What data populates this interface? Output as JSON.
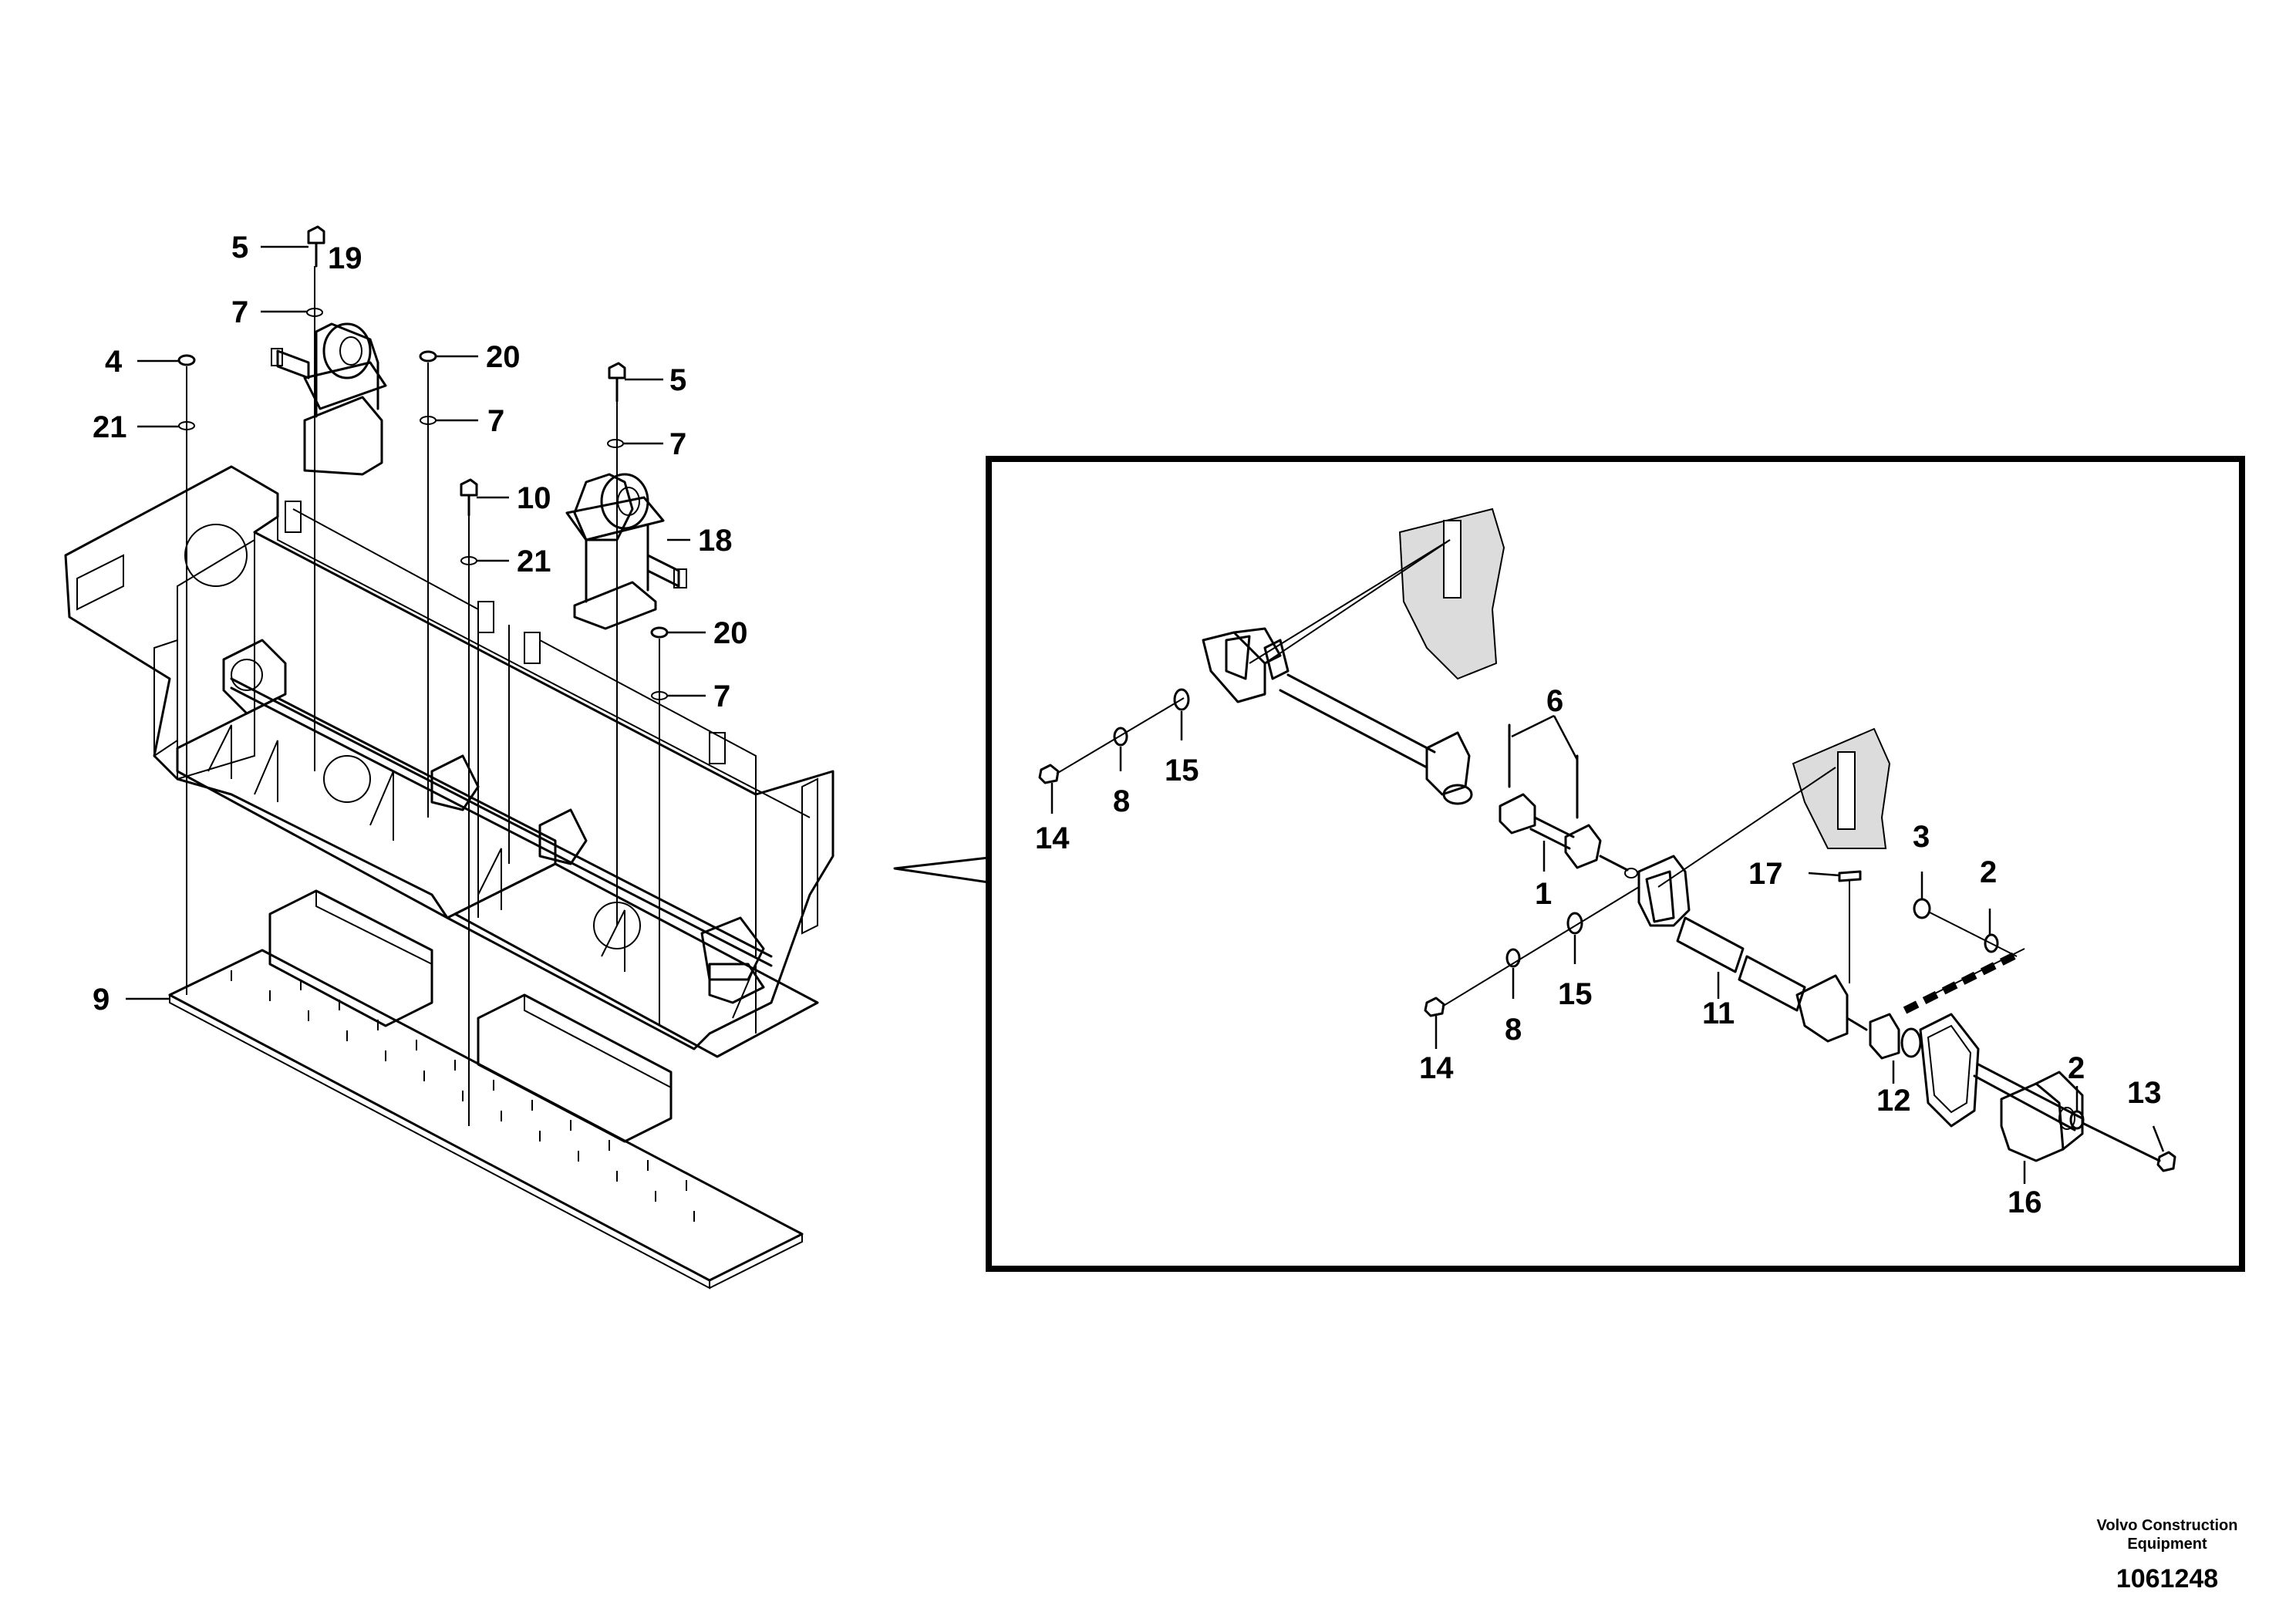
{
  "callouts_main": {
    "c5a": "5",
    "c19": "19",
    "c7a": "7",
    "c4": "4",
    "c20a": "20",
    "c21a": "21",
    "c7b": "7",
    "c5b": "5",
    "c7c": "7",
    "c10": "10",
    "c21b": "21",
    "c18": "18",
    "c20b": "20",
    "c7d": "7",
    "c9": "9"
  },
  "callouts_detail": {
    "c6": "6",
    "c15a": "15",
    "c8a": "8",
    "c14a": "14",
    "c1": "1",
    "c17": "17",
    "c3": "3",
    "c2a": "2",
    "c15b": "15",
    "c11": "11",
    "c8b": "8",
    "c14b": "14",
    "c12": "12",
    "c2b": "2",
    "c13": "13",
    "c16": "16"
  },
  "credit": {
    "company_line1": "Volvo Construction",
    "company_line2": "Equipment",
    "drawing_number": "1061248"
  }
}
